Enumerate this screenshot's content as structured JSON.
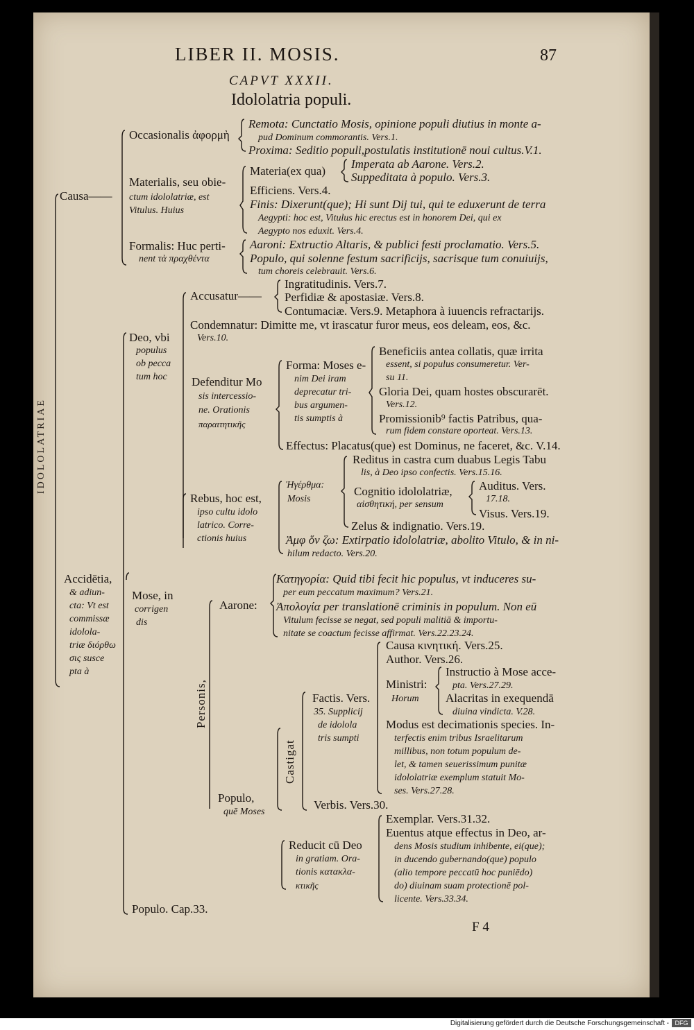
{
  "header": {
    "running_title": "LIBER II. MOSIS.",
    "page_number": "87",
    "chapter": "CAPVT XXXII.",
    "title": "Idololatria populi."
  },
  "side_label": "IDOLOLATRIAE",
  "causa": {
    "label": "Causa——",
    "occasionalis": "Occasionalis ἀφορμὴ",
    "remota_1": "Remota: Cunctatio Mosis, opinione populi diutius in monte a-",
    "remota_2": "pud Dominum commorantis. Vers.1.",
    "proxima": "Proxima: Seditio populi,postulatis institutionē noui cultus.V.1.",
    "materialis_1": "Materialis, seu obie-",
    "materialis_2": "ctum idololatriæ, est",
    "materialis_3": "Vitulus. Huius",
    "materia": "Materia(ex qua)",
    "imperata": "Imperata ab Aarone. Vers.2.",
    "suppeditata": "Suppeditata à populo. Vers.3.",
    "efficiens": "Efficiens. Vers.4.",
    "finis_1": "Finis: Dixerunt(que); Hi sunt Dij tui, qui te eduxerunt de terra",
    "finis_2": "Aegypti: hoc est, Vitulus hic erectus est in honorem Dei, qui ex",
    "finis_3": "Aegypto nos eduxit. Vers.4.",
    "formalis_1": "Formalis: Huc perti-",
    "formalis_2": "nent τὰ πραχθέντα",
    "aaroni": "Aaroni: Extructio Altaris, & publici festi proclamatio. Vers.5.",
    "populo_1": "Populo, qui solenne festum sacrificijs, sacrisque tum conuiuijs,",
    "populo_2": "tum choreis celebrauit. Vers.6."
  },
  "deo": {
    "deo_1": "Deo, vbi",
    "deo_2": "populus",
    "deo_3": "ob pecca",
    "deo_4": "tum hoc",
    "accusatur": "Accusatur——",
    "ingratitudinis": "Ingratitudinis. Vers.7.",
    "perfidiae": "Perfidiæ & apostasiæ. Vers.8.",
    "contumaciae": "Contumaciæ. Vers.9. Metaphora à iuuencis refractarijs.",
    "condemnatur_1": "Condemnatur: Dimitte me, vt irascatur furor meus, eos deleam, eos, &c.",
    "condemnatur_2": "Vers.10.",
    "defenditur_1": "Defenditur Mo",
    "defenditur_2": "sis intercessio-",
    "defenditur_3": "ne. Orationis",
    "defenditur_4": "παραιτητικῆς",
    "forma_1": "Forma: Moses e-",
    "forma_2": "nim Dei iram",
    "forma_3": "deprecatur tri-",
    "forma_4": "bus argumen-",
    "forma_5": "tis sumptis à",
    "beneficiis_1": "Beneficiis antea collatis, quæ irrita",
    "beneficiis_2": "essent, si populus consumeretur. Ver-",
    "beneficiis_3": "su 11.",
    "gloria_1": "Gloria Dei, quam hostes obscurarēt.",
    "gloria_2": "Vers.12.",
    "promissioni_1": "Promissionib⁹ factis Patribus, qua-",
    "promissioni_2": "rum fidem constare oporteat. Vers.13.",
    "effectus": "Effectus: Placatus(que) est Dominus, ne faceret, &c. V.14."
  },
  "rebus": {
    "rebus_1": "Rebus, hoc est,",
    "rebus_2": "ipso cultu idolo",
    "rebus_3": "latrico. Corre-",
    "rebus_4": "ctionis huius",
    "hegemata_1": "Ἡγέρθμα:",
    "hegemata_2": "Mosis",
    "reditus_1": "Reditus in castra cum duabus Legis Tabu",
    "reditus_2": "lis, à Deo ipso confectis. Vers.15.16.",
    "cognitio_1": "Cognitio idololatriæ,",
    "cognitio_2": "αἰσθητική, per sensum",
    "auditus_1": "Auditus. Vers.",
    "auditus_2": "17.18.",
    "visus": "Visus. Vers.19.",
    "zelus": "Zelus & indignatio. Vers.19.",
    "amph_1": "Ἀμφ ὅν ζω: Extirpatio idololatriæ, abolito Vitulo, & in ni-",
    "amph_2": "hilum redacto. Vers.20."
  },
  "accidentia": {
    "acc_1": "Accidētia,",
    "acc_2": "& adiun-",
    "acc_3": "cta: Vt est",
    "acc_4": "commissæ",
    "acc_5": "idolola-",
    "acc_6": "triæ διόρθω",
    "acc_7": "σις susce",
    "acc_8": "pta à",
    "mose_1": "Mose, in",
    "mose_2": "corrigen",
    "mose_3": "dis",
    "personis": "Personis,",
    "aarone": "Aarone:",
    "kateg_1": "Κατηγορία: Quid tibi fecit hic populus, vt induceres su-",
    "kateg_2": "per eum peccatum maximum? Vers.21.",
    "apol_1": "Ἀπολογία per translationē criminis in populum. Non eū",
    "apol_2": "Vitulum fecisse se negat, sed populi malitiā & importu-",
    "apol_3": "nitate se coactum fecisse affirmat. Vers.22.23.24.",
    "populo_1": "Populo,",
    "populo_2": "quē Moses",
    "castigat": "Castigat",
    "factis_1": "Factis. Vers.",
    "factis_2": "35. Supplicij",
    "factis_3": "de idolola",
    "factis_4": "tris sumpti",
    "causa_k": "Causa κινητική. Vers.25.",
    "author": "Author. Vers.26.",
    "ministri": "Ministri:",
    "horum": "Horum",
    "instructio_1": "Instructio à Mose acce-",
    "instructio_2": "pta. Vers.27.29.",
    "alacritas_1": "Alacritas in exequendā",
    "alacritas_2": "diuina vindicta. V.28.",
    "modus_1": "Modus est decimationis species. In-",
    "modus_2": "terfectis enim tribus Israelitarum",
    "modus_3": "millibus, non totum populum de-",
    "modus_4": "let, & tamen seuerissimum punitæ",
    "modus_5": "idololatriæ exemplum statuit Mo-",
    "modus_6": "ses. Vers.27.28.",
    "verbis": "Verbis. Vers.30.",
    "reducit_1": "Reducit cū Deo",
    "reducit_2": "in gratiam. Ora-",
    "reducit_3": "tionis κατακλα-",
    "reducit_4": "κτικῆς",
    "exemplar": "Exemplar. Vers.31.32.",
    "euentus_1": "Euentus atque effectus in Deo, ar-",
    "euentus_2": "dens Mosis studium inhibente, ei(que);",
    "euentus_3": "in ducendo gubernando(que) populo",
    "euentus_4": "(alio tempore peccatū hoc puniēdo)",
    "euentus_5": "do) diuinam suam protectionē pol-",
    "euentus_6": "licente. Vers.33.34.",
    "populo_cap": "Populo. Cap.33."
  },
  "signature": "F 4",
  "footer": {
    "text": "Digitalisierung gefördert durch die Deutsche Forschungsgemeinschaft -",
    "logo": "DFG"
  }
}
